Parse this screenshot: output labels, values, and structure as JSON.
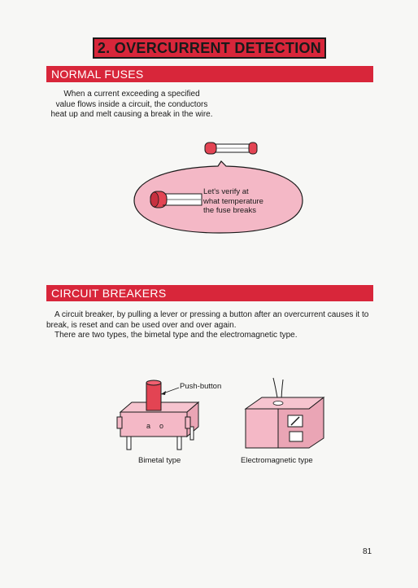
{
  "title": "2. OVERCURRENT DETECTION",
  "normal_fuses": {
    "heading": "NORMAL FUSES",
    "lines": [
      "When a current exceeding a specified",
      "value flows inside a circuit, the conductors",
      "heat up and melt causing a break in the wire."
    ],
    "bubble_lines": [
      "Let's verify at",
      "what temperature",
      "the fuse breaks"
    ]
  },
  "circuit_breakers": {
    "heading": "CIRCUIT BREAKERS",
    "lines": [
      "A circuit breaker, by pulling a lever or pressing a button after an overcurrent causes it to",
      "break, is reset and can be used over and over again.",
      "There are two types, the bimetal type and the electromagnetic type."
    ],
    "pushbutton_label": "Push-button",
    "bimetal_label": "Bimetal type",
    "electromagnetic_label": "Electromagnetic type"
  },
  "page_number": "81",
  "colors": {
    "accent": "#d8263a",
    "pink": "#f4b8c6"
  }
}
